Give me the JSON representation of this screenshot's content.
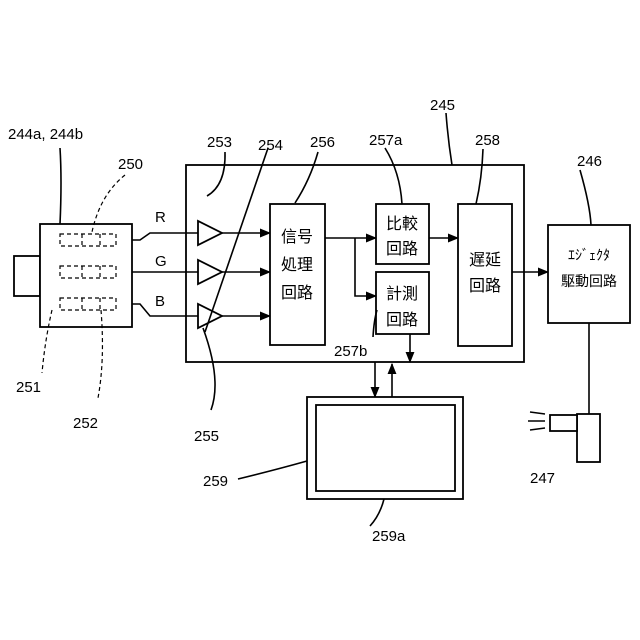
{
  "refs": {
    "r244": "244a, 244b",
    "r250": "250",
    "r251": "251",
    "r252": "252",
    "r253": "253",
    "r254": "254",
    "r255": "255",
    "r256": "256",
    "r257a": "257a",
    "r257b": "257b",
    "r258": "258",
    "r245": "245",
    "r246": "246",
    "r247": "247",
    "r259": "259",
    "r259a": "259a"
  },
  "signals": {
    "r": "R",
    "g": "G",
    "b": "B"
  },
  "blocks": {
    "signal_processing": [
      "信号",
      "処理",
      "回路"
    ],
    "comparison": [
      "比較",
      "回路"
    ],
    "measurement": [
      "計測",
      "回路"
    ],
    "delay": [
      "遅延",
      "回路"
    ],
    "ejector": [
      "ｴｼﾞｪｸﾀ",
      "駆動回路"
    ]
  }
}
